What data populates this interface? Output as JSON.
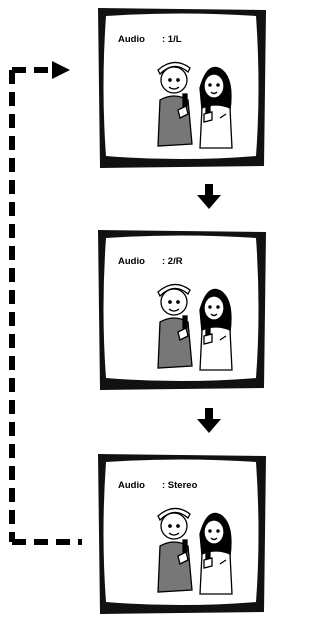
{
  "screens": [
    {
      "label": "Audio",
      "value": ": 1/L"
    },
    {
      "label": "Audio",
      "value": ": 2/R"
    },
    {
      "label": "Audio",
      "value": ": Stereo"
    }
  ],
  "colors": {
    "ink": "#000000",
    "bezel": "#111111",
    "screen": "#ffffff"
  },
  "icons": [
    "down-arrow-icon",
    "right-arrow-icon",
    "tv-screen-icon",
    "singing-couple-illustration"
  ]
}
